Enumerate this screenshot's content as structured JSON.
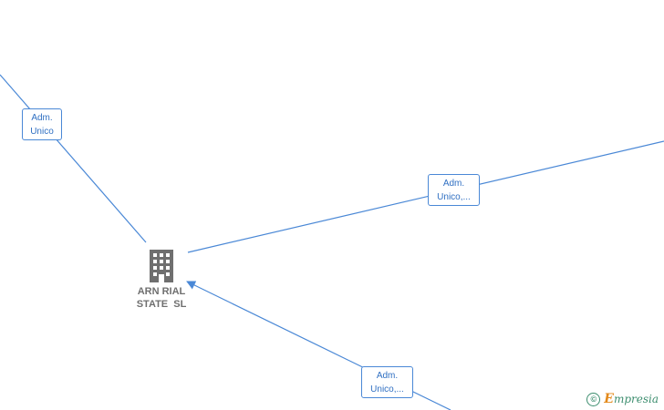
{
  "diagram": {
    "company_node": {
      "line1": "ARN RIAL",
      "line2": "STATE  SL",
      "icon": "building-icon",
      "color": "#6f6f6f"
    },
    "edge_labels": [
      {
        "line1": "Adm.",
        "line2": "Unico"
      },
      {
        "line1": "Adm.",
        "line2": "Unico,..."
      },
      {
        "line1": "Adm.",
        "line2": "Unico,..."
      }
    ],
    "edge_color": "#4a88d6"
  },
  "watermark": {
    "copyright_symbol": "©",
    "brand_first": "E",
    "brand_rest": "mpresia",
    "brand_color": "#3d8e6f",
    "accent_color": "#e38a1c"
  }
}
